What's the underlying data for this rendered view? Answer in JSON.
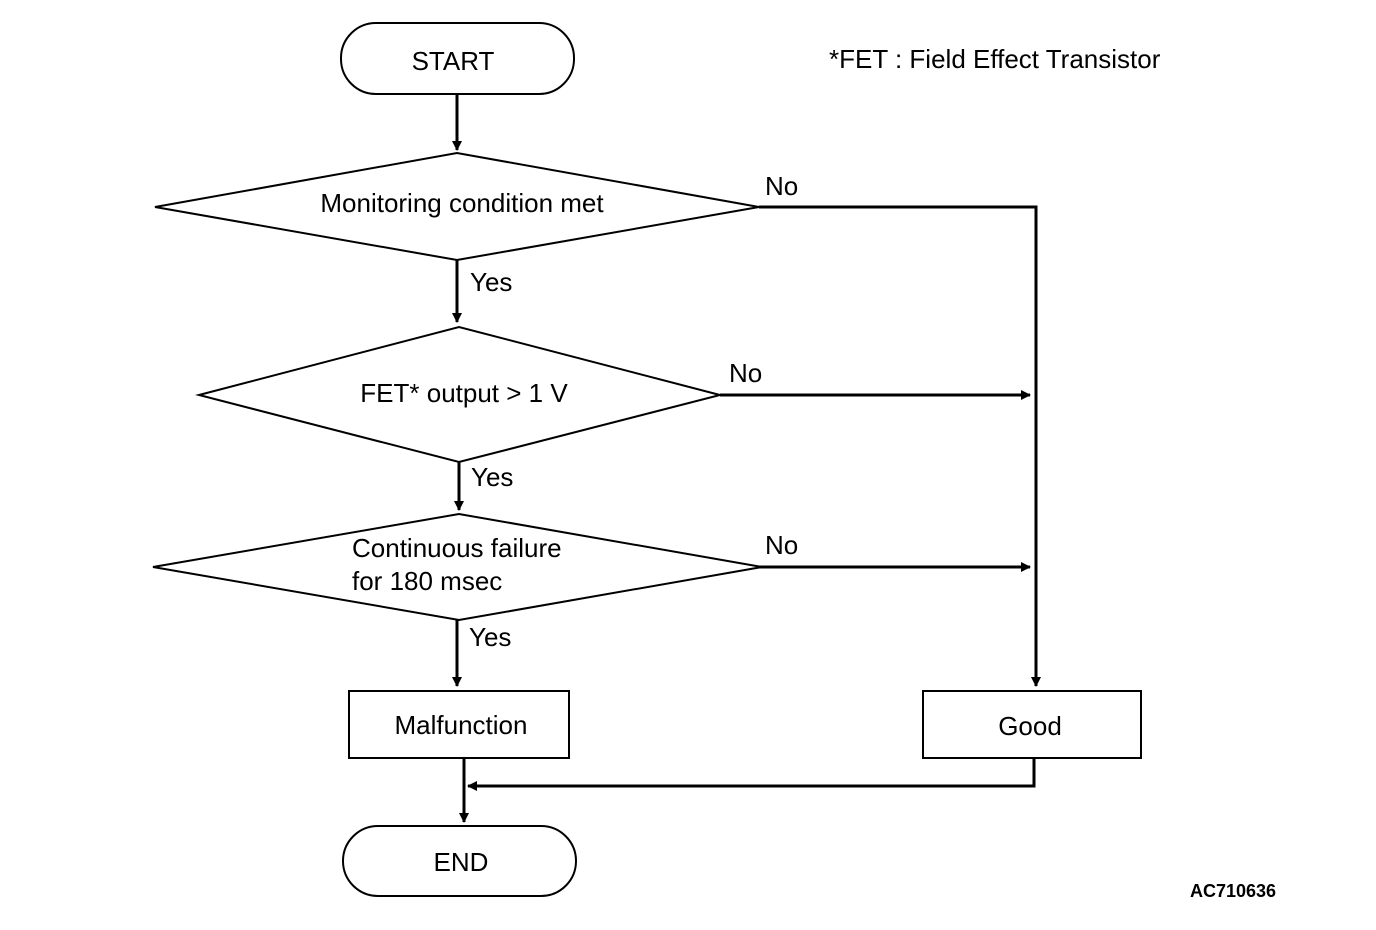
{
  "diagram": {
    "note": "*FET : Field Effect Transistor",
    "figure_code": "AC710636",
    "nodes": {
      "start": "START",
      "check_monitoring": "Monitoring condition met",
      "check_fet": "FET* output > 1 V",
      "check_continuous": [
        "Continuous failure",
        "for 180 msec"
      ],
      "malfunction": "Malfunction",
      "good": "Good",
      "end": "END"
    },
    "edge_labels": {
      "monitoring_yes": "Yes",
      "monitoring_no": "No",
      "fet_yes": "Yes",
      "fet_no": "No",
      "continuous_yes": "Yes",
      "continuous_no": "No"
    }
  }
}
